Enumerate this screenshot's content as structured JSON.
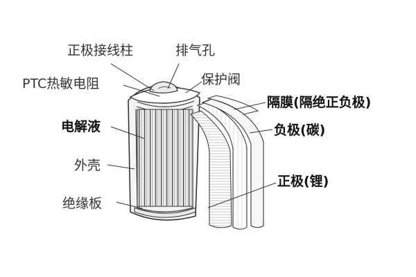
{
  "labels": {
    "positive_terminal": "正极接线柱",
    "vent": "排气孔",
    "ptc": "PTC热敏电阻",
    "safety_valve": "保护阀",
    "separator": "隔膜(隔绝正负极)",
    "electrolyte": "电解液",
    "negative": "负极(碳)",
    "shell": "外壳",
    "positive": "正极(锂)",
    "insulator": "绝缘板"
  },
  "colors": {
    "line": "#333333",
    "text": "#333333",
    "bold_text": "#111111",
    "background": "#ffffff"
  }
}
